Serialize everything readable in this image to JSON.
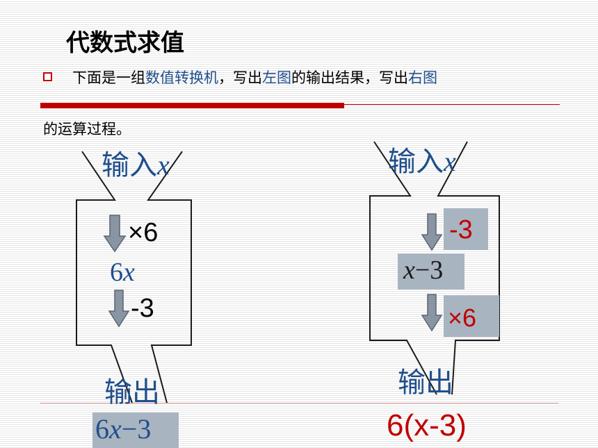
{
  "slide": {
    "title": "代数式求值",
    "instruction": {
      "part1": "下面是一组",
      "part2": "数值转换机",
      "part3": "，写出",
      "part4": "左图",
      "part5": "的输出结果，写出",
      "part6": "右图",
      "part7": "的运算过程。"
    }
  },
  "left_machine": {
    "input_label": "输入",
    "input_var": "x",
    "step1_op": "×6",
    "intermediate_coef": "6",
    "intermediate_var": "x",
    "step2_op": "-3",
    "output_label": "输出",
    "result_coef": "6",
    "result_var": "x",
    "result_rest": "−3"
  },
  "right_machine": {
    "input_label": "输入",
    "input_var": "x",
    "step1_op": "-3",
    "intermediate_var": "x",
    "intermediate_rest": "−3",
    "step2_op": "×6",
    "output_label": "输出",
    "result": "6(x-3)"
  },
  "colors": {
    "accent_red": "#c00000",
    "text_blue": "#1f4e8c",
    "box_grey": "#a9b4c1",
    "arrow_grey": "#8a95a3"
  }
}
